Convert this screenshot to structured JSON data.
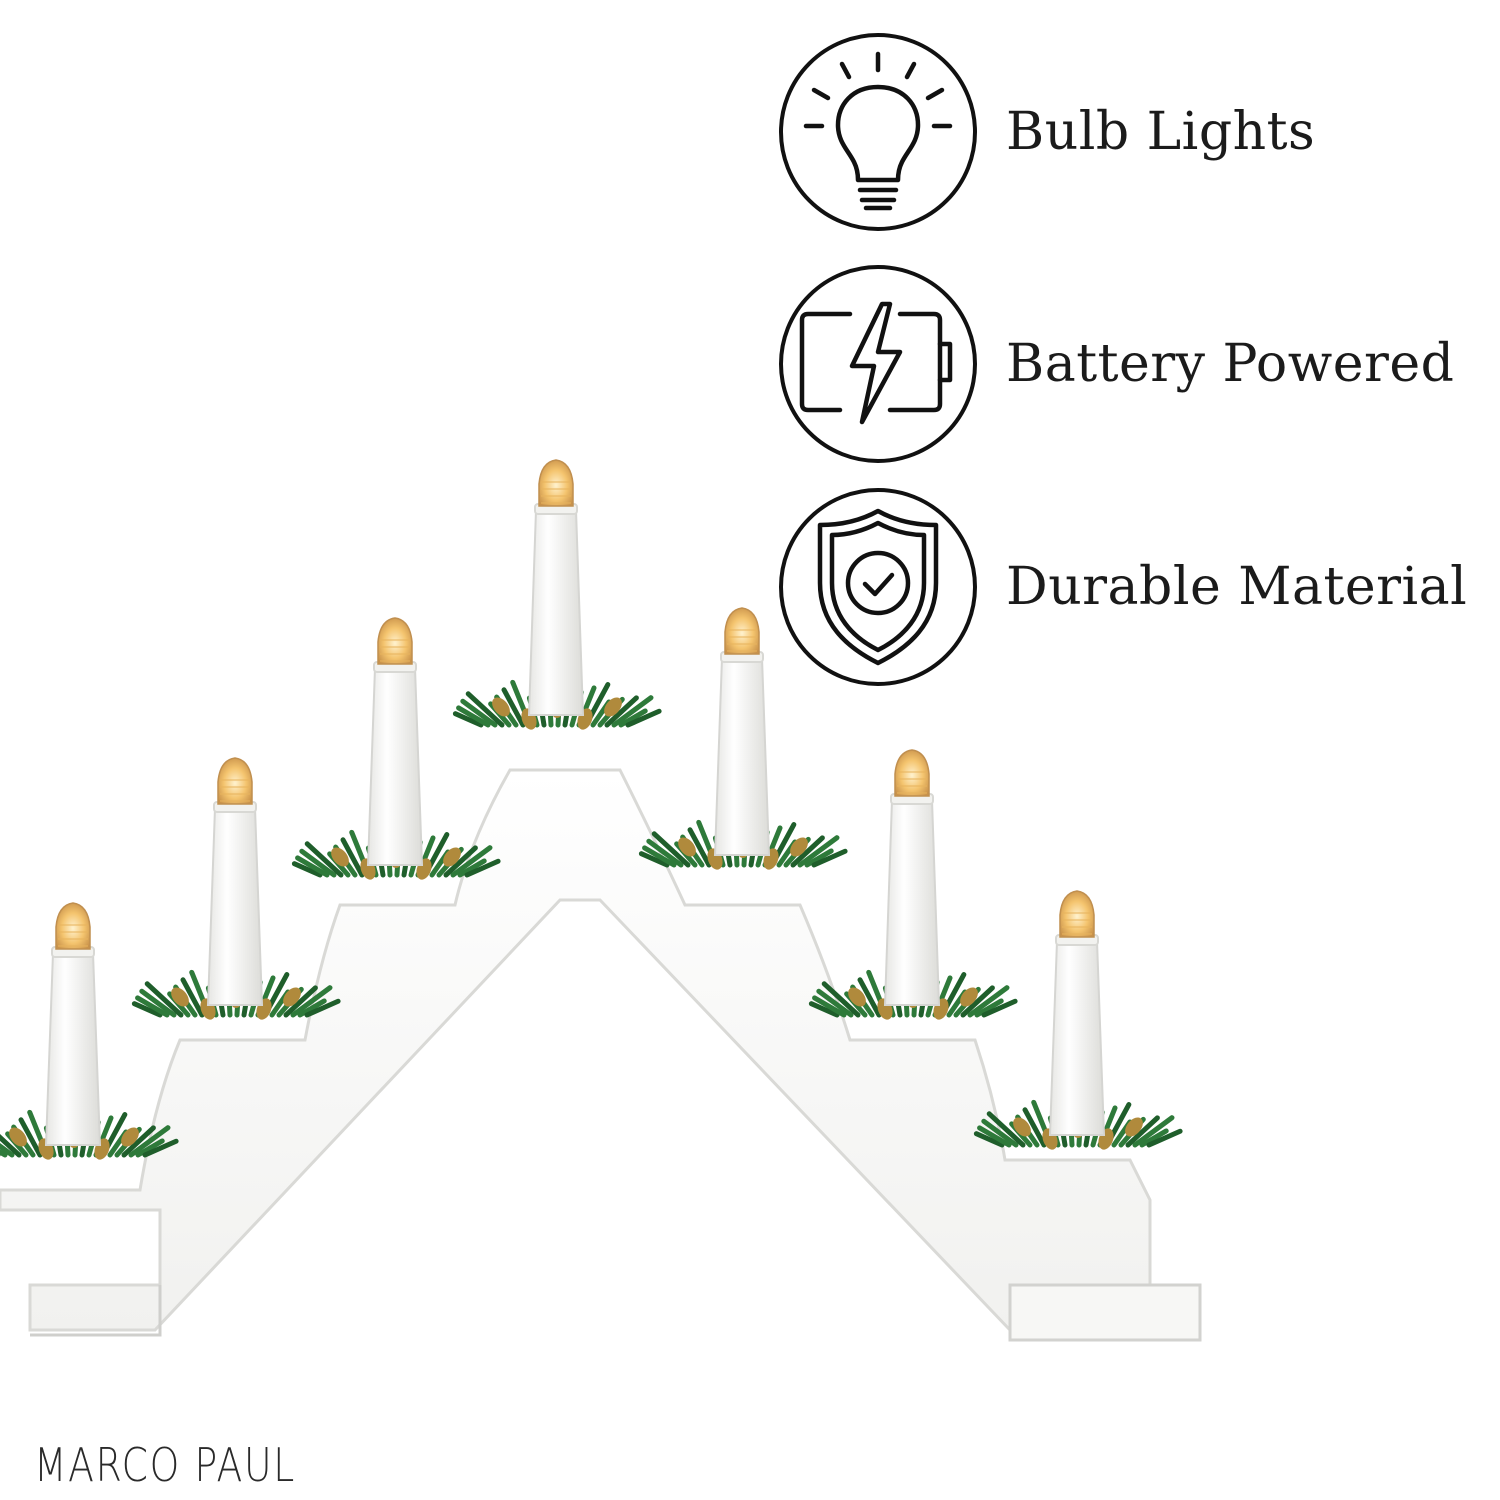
{
  "features": [
    {
      "icon": "lightbulb-icon",
      "label": "Bulb Lights"
    },
    {
      "icon": "battery-charging-icon",
      "label": "Battery Powered"
    },
    {
      "icon": "shield-check-icon",
      "label": "Durable Material"
    }
  ],
  "brand": {
    "logo_text": "MARCO PAUL"
  },
  "product": {
    "name": "candle-bridge",
    "candle_count": 7
  },
  "colors": {
    "background": "#ffffff",
    "text": "#1b1b1b",
    "candle_body": "#f7f7f5",
    "bridge": "#ffffff",
    "bulb_glow": "#f4c46e",
    "greenery": "#2e7a3a",
    "pinecone": "#b08a3c"
  }
}
